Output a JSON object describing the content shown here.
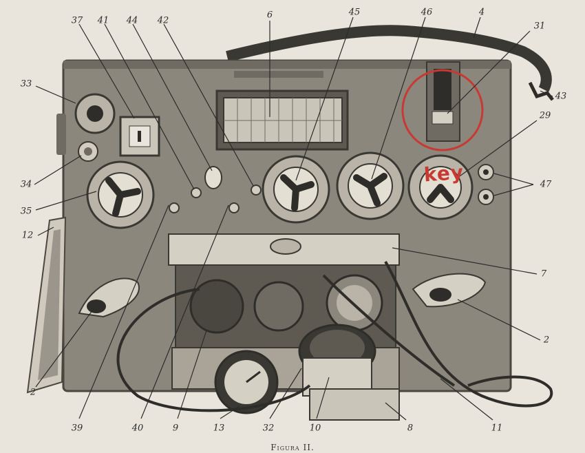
{
  "figure": {
    "caption": "Figura II.",
    "annotation": "key",
    "colors": {
      "paper": "#e9e5dc",
      "panel": "#8b877d",
      "ink": "#2b2b2b",
      "annotation": "#c73a34"
    }
  },
  "callouts": [
    {
      "id": "c37",
      "text": "37"
    },
    {
      "id": "c41",
      "text": "41"
    },
    {
      "id": "c44",
      "text": "44"
    },
    {
      "id": "c42",
      "text": "42"
    },
    {
      "id": "c6",
      "text": "6"
    },
    {
      "id": "c45",
      "text": "45"
    },
    {
      "id": "c46",
      "text": "46"
    },
    {
      "id": "c4",
      "text": "4"
    },
    {
      "id": "c31",
      "text": "31"
    },
    {
      "id": "c43",
      "text": "43"
    },
    {
      "id": "c29",
      "text": "29"
    },
    {
      "id": "c47",
      "text": "47"
    },
    {
      "id": "c33",
      "text": "33"
    },
    {
      "id": "c34",
      "text": "34"
    },
    {
      "id": "c35",
      "text": "35"
    },
    {
      "id": "c12",
      "text": "12"
    },
    {
      "id": "c7",
      "text": "7"
    },
    {
      "id": "c2r",
      "text": "2"
    },
    {
      "id": "c2l",
      "text": "2"
    },
    {
      "id": "c39",
      "text": "39"
    },
    {
      "id": "c40",
      "text": "40"
    },
    {
      "id": "c9",
      "text": "9"
    },
    {
      "id": "c13",
      "text": "13"
    },
    {
      "id": "c32",
      "text": "32"
    },
    {
      "id": "c10",
      "text": "10"
    },
    {
      "id": "c8",
      "text": "8"
    },
    {
      "id": "c11",
      "text": "11"
    }
  ]
}
